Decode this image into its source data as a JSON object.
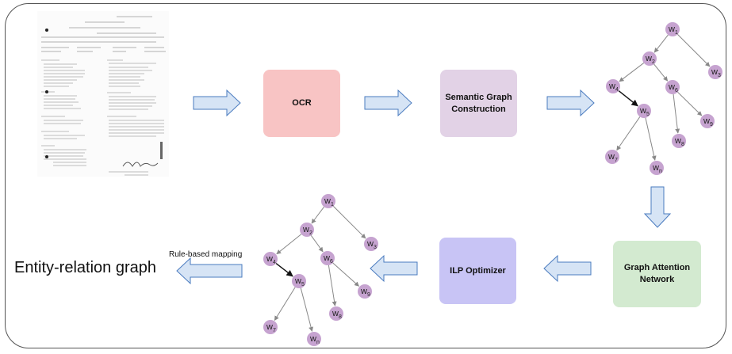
{
  "boxes": {
    "ocr": "OCR",
    "semantic_graph": "Semantic Graph\nConstruction",
    "ilp_optimizer": "ILP Optimizer",
    "graph_attention": "Graph Attention\nNetwork"
  },
  "output_label": "Entity-relation graph",
  "mapping_label": "Rule-based mapping",
  "node_letter": "w",
  "graph_nodes": [
    "1",
    "2",
    "3",
    "4",
    "5",
    "6",
    "7",
    "8",
    "9",
    "n"
  ],
  "colors": {
    "ocr": "#f8c4c4",
    "semantic_graph": "#e2d2e6",
    "ilp_optimizer": "#c8c4f5",
    "graph_attention": "#d3ead0",
    "node": "#c6a3d0",
    "arrow_fill": "#d6e4f5",
    "arrow_stroke": "#4a7bbf",
    "edge": "#888888",
    "highlight_edge": "#111111"
  }
}
